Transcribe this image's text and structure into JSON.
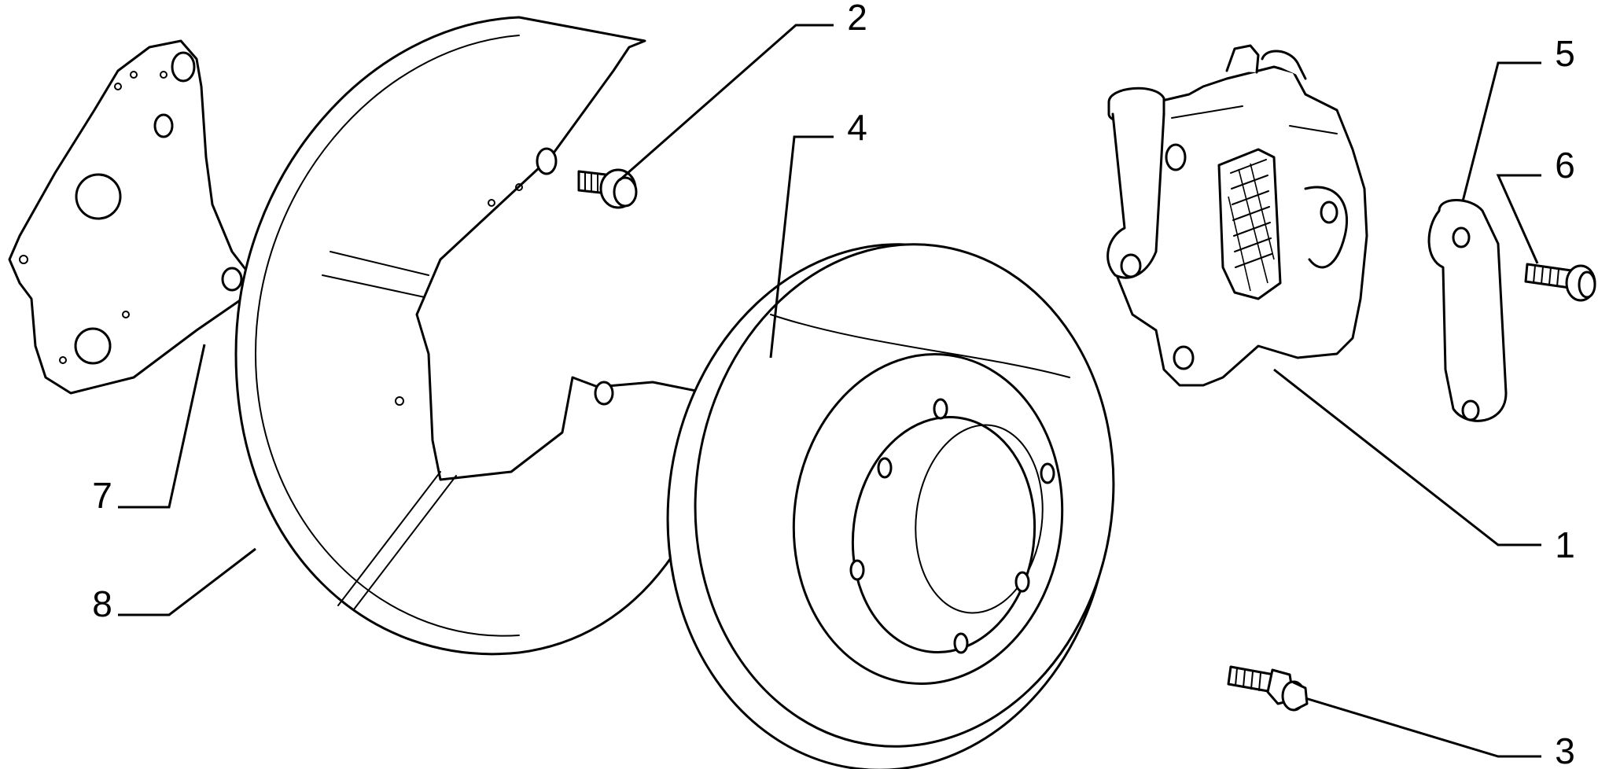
{
  "callouts": [
    {
      "id": "1",
      "label": "1"
    },
    {
      "id": "2",
      "label": "2"
    },
    {
      "id": "3",
      "label": "3"
    },
    {
      "id": "4",
      "label": "4"
    },
    {
      "id": "5",
      "label": "5"
    },
    {
      "id": "6",
      "label": "6"
    },
    {
      "id": "7",
      "label": "7"
    },
    {
      "id": "8",
      "label": "8"
    }
  ],
  "colors": {
    "line": "#000000",
    "background": "#ffffff"
  }
}
